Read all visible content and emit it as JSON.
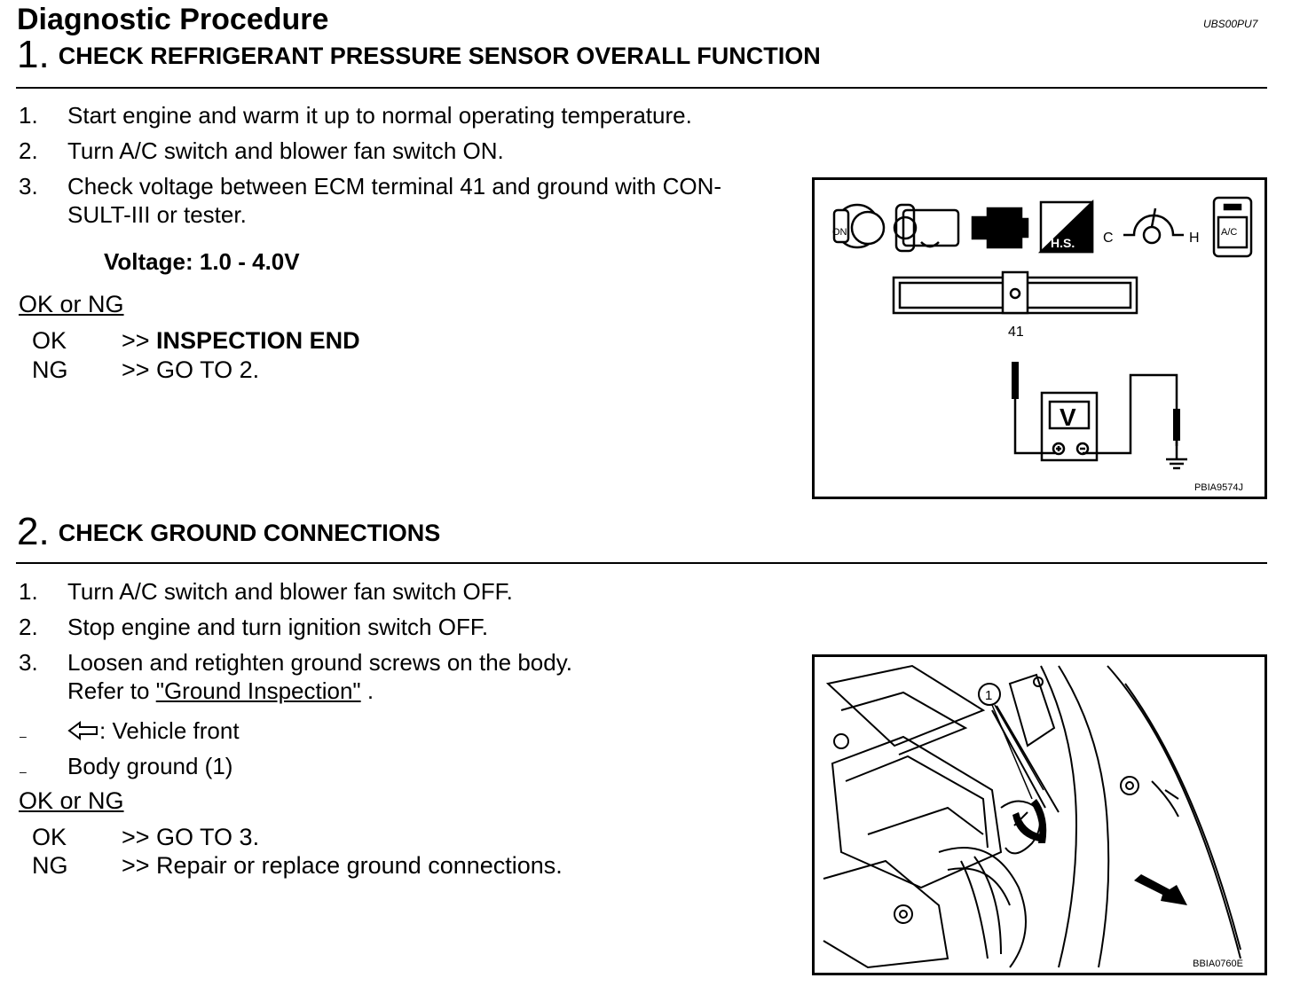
{
  "header": {
    "title": "Diagnostic Procedure",
    "code": "UBS00PU7"
  },
  "section1": {
    "num": "1.",
    "title": "CHECK REFRIGERANT PRESSURE SENSOR OVERALL FUNCTION",
    "steps": [
      {
        "n": "1.",
        "text": "Start engine and warm it up to normal operating temperature."
      },
      {
        "n": "2.",
        "text": "Turn A/C switch and blower fan switch ON."
      },
      {
        "n": "3.",
        "text": "Check voltage between ECM terminal 41 and ground with CON-",
        "text2": "SULT-III or tester."
      }
    ],
    "spec": "Voltage: 1.0 - 4.0V",
    "okng_label": "OK or NG",
    "results": [
      {
        "k": "OK",
        "prefix": ">> ",
        "v": "INSPECTION END"
      },
      {
        "k": "NG",
        "prefix": ">> ",
        "v": "GO TO 2."
      }
    ],
    "figure": {
      "id": "PBIA9574J",
      "terminal": "41",
      "meter": "V",
      "icon_on": "ON",
      "icon_hs": "H.S.",
      "gauge_c": "C",
      "gauge_h": "H",
      "icon_ac": "A/C"
    }
  },
  "section2": {
    "num": "2.",
    "title": "CHECK GROUND CONNECTIONS",
    "steps": [
      {
        "n": "1.",
        "text": "Turn A/C switch and blower fan switch OFF."
      },
      {
        "n": "2.",
        "text": "Stop engine and turn ignition switch OFF."
      },
      {
        "n": "3.",
        "text": "Loosen and retighten ground screws on the body.",
        "text2_prefix": "Refer to ",
        "link": "\"Ground Inspection\"",
        "text2_suffix": " ."
      }
    ],
    "bullets": [
      {
        "dash": "–",
        "text": ": Vehicle front"
      },
      {
        "dash": "–",
        "text": "Body ground (1)"
      }
    ],
    "okng_label": "OK or NG",
    "results": [
      {
        "k": "OK",
        "v": ">> GO TO 3."
      },
      {
        "k": "NG",
        "v": ">> Repair or replace ground connections."
      }
    ],
    "figure": {
      "id": "BBIA0760E",
      "callout": "1"
    }
  }
}
